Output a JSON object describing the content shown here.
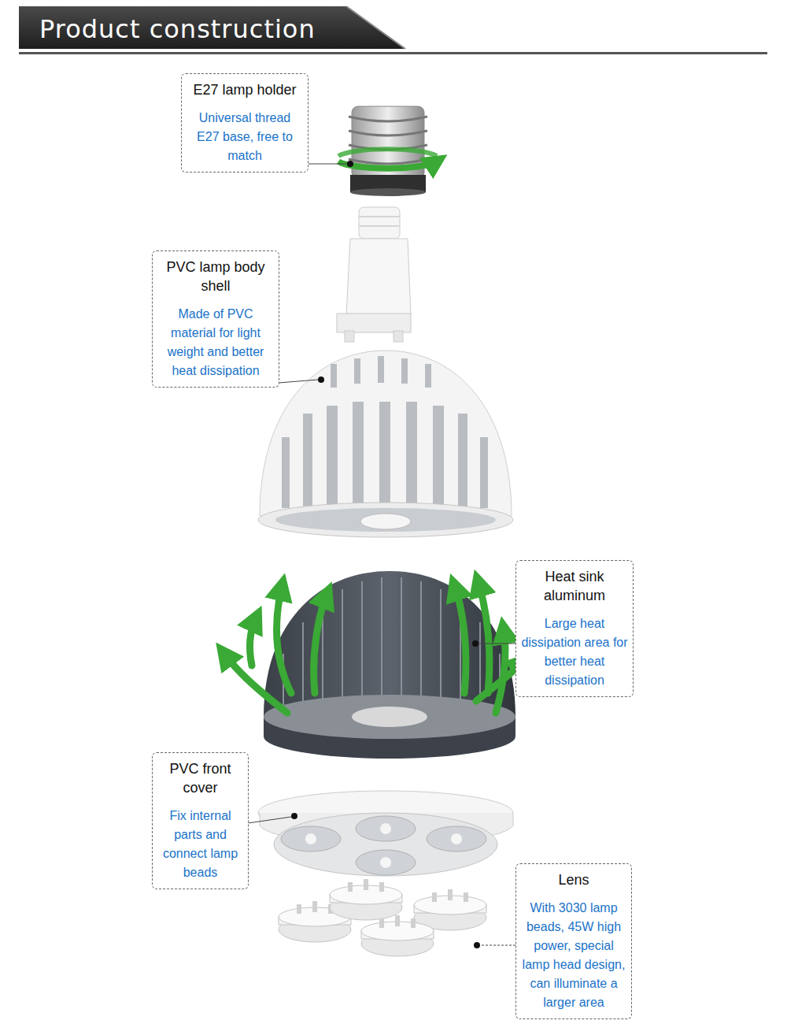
{
  "diagram": {
    "title": "Product construction",
    "nodes": [
      {
        "text": [
          "E27 lamp holder",
          "Universal thread E27 base, free to match"
        ]
      },
      {
        "text": [
          "PVC lamp body shell",
          "Made of PVC material for light weight and better heat dissipation"
        ]
      },
      {
        "text": [
          "Heat sink aluminum",
          "Large heat dissipation area for better heat dissipation"
        ]
      },
      {
        "text": [
          "PVC front cover",
          "Fix internal parts and connect lamp beads"
        ]
      },
      {
        "text": [
          "Lens",
          "With 3030 lamp beads, 45W high power, special lamp head design, can illuminate a larger area"
        ]
      }
    ]
  }
}
